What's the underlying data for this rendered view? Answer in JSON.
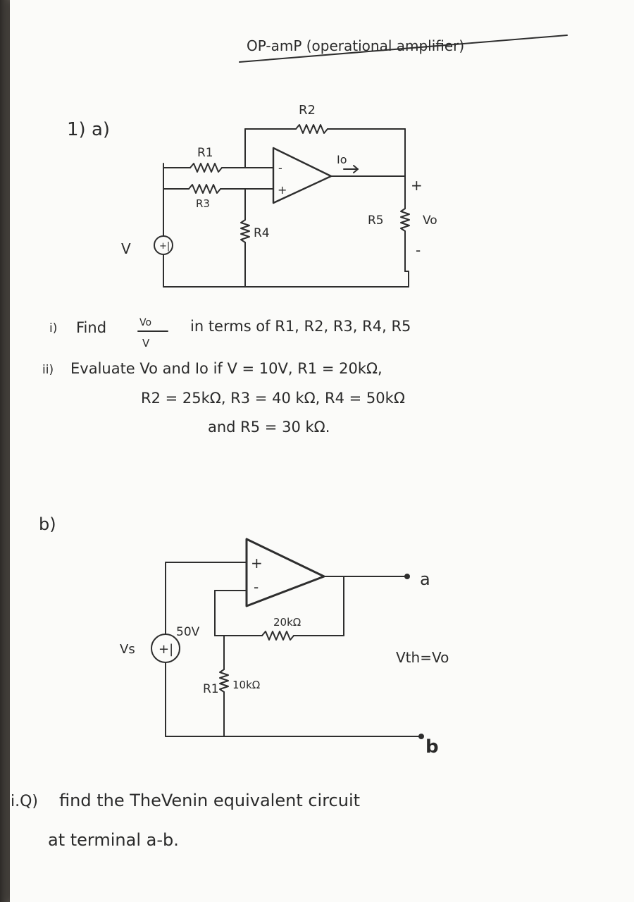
{
  "title": "OP-amP (operational amplifier)",
  "problem_a": {
    "label": "1) a)",
    "circuit_labels": {
      "r1": "R1",
      "r2": "R2",
      "r3": "R3",
      "r4": "R4",
      "r5": "R5",
      "io": "Io",
      "vo": "Vo",
      "v": "V",
      "plus_out": "+",
      "minus_out": "-",
      "opamp_minus": "-",
      "opamp_plus": "+"
    },
    "q1_prefix": "i)",
    "q1_find": "Find",
    "q1_frac_num": "Vo",
    "q1_frac_den": "V",
    "q1_rest": "in   terms   of  R1, R2, R3, R4, R5",
    "q2_prefix": "ii)",
    "q2_line1": "Evaluate  Vo  and  Io   if  V = 10V,  R1 = 20kΩ,",
    "q2_line2": "R2 = 25kΩ,  R3 = 40 kΩ,  R4 = 50kΩ",
    "q2_line3": "and  R5 = 30 kΩ."
  },
  "problem_b": {
    "label": "b)",
    "circuit_labels": {
      "vs": "Vs",
      "source_value": "50V",
      "r_feedback": "20kΩ",
      "r1": "R1",
      "r1_value": "10kΩ",
      "terminal_a": "a",
      "terminal_b": "b",
      "vth": "Vth=Vo",
      "opamp_plus": "+",
      "opamp_minus": "-"
    },
    "question_prefix": "i.Q)",
    "question_line1": "find the TheVenin equivalent circuit",
    "question_line2": "at terminal a-b."
  }
}
